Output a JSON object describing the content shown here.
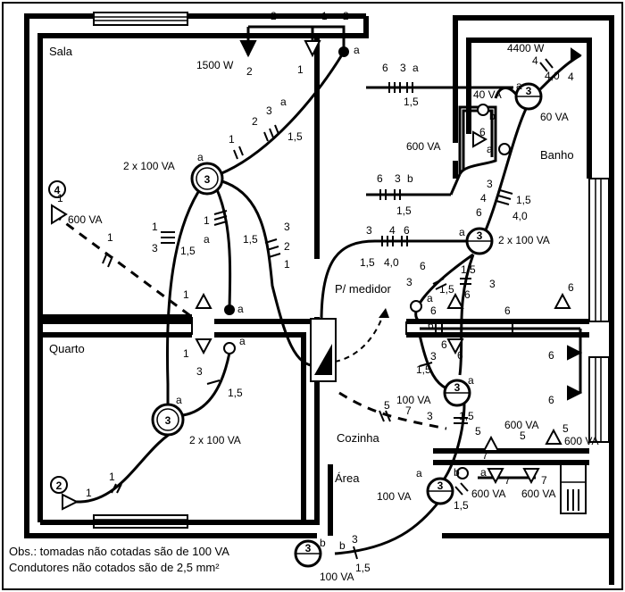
{
  "rooms": {
    "sala": "Sala",
    "quarto": "Quarto",
    "banho": "Banho",
    "cozinha": "Cozinha",
    "area": "Área"
  },
  "notes": {
    "line1": "Obs.: tomadas não cotadas são de 100 VA",
    "line2": "Condutores não cotados são de 2,5 mm²"
  },
  "meter_label": "P/ medidor",
  "loads": {
    "sala_lamp": "2 x 100 VA",
    "quarto_lamp": "2 x 100 VA",
    "cozinha_lamp": "2 x 100 VA",
    "sala_shower": "1500 W",
    "banho_shower": "4400 W",
    "banho_lamp": "60 VA",
    "banho_outlet": "600 VA",
    "banho_small": "40 VA",
    "sala_outlet": "600 VA",
    "cozinha_mid": "100 VA",
    "cozinha_600a": "600 VA",
    "cozinha_600b": "600 VA",
    "area_600a": "600 VA",
    "area_600b": "600 VA",
    "area_lamp": "100 VA",
    "area_bottom": "100 VA"
  },
  "circuits": {
    "c1": "1",
    "c2": "2",
    "c3": "3",
    "c4": "4",
    "c5": "5",
    "c6": "6",
    "c7": "7"
  },
  "sections": {
    "s15": "1,5",
    "s40": "4,0"
  },
  "letters": {
    "a": "a",
    "b": "b"
  }
}
